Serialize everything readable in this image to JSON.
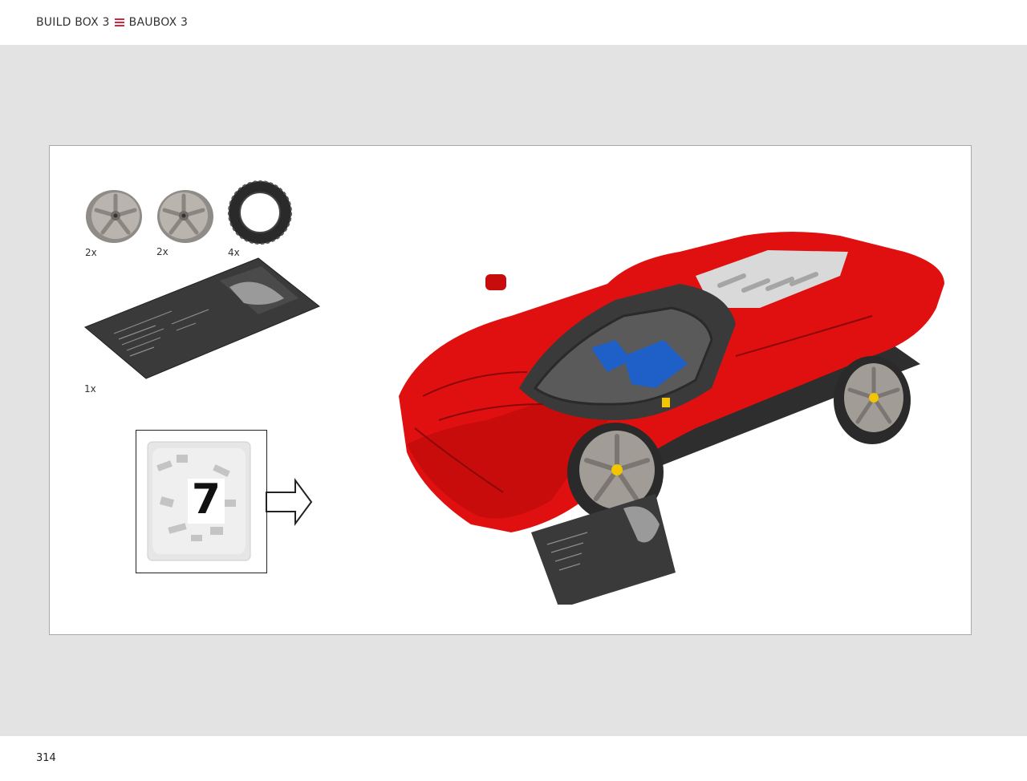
{
  "header": {
    "build_box_label": "BUILD BOX 3",
    "baubox_label": "BAUBOX 3",
    "separator_icon": "menu-lines-icon",
    "accent_color": "#d7263d"
  },
  "parts": [
    {
      "name": "wheel-rim",
      "quantity": "2x"
    },
    {
      "name": "wheel-rim",
      "quantity": "2x"
    },
    {
      "name": "tire",
      "quantity": "4x"
    },
    {
      "name": "display-plaque",
      "quantity": "1x"
    }
  ],
  "bag": {
    "number": "7"
  },
  "model": {
    "body_color": "#e01010"
  },
  "footer": {
    "page_number": "314"
  }
}
